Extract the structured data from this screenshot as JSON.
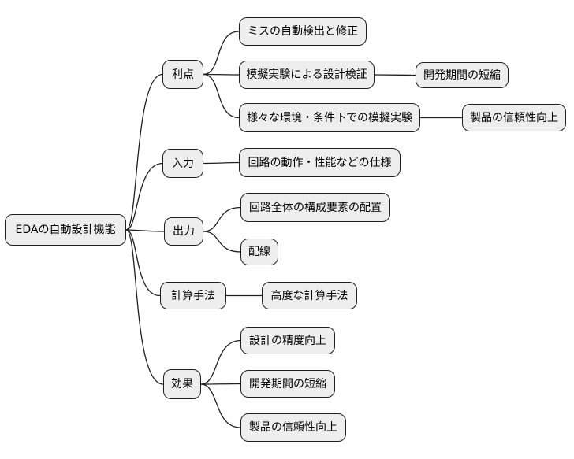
{
  "colors": {
    "background": "#ffffff",
    "node_fill": "#eeeeee",
    "node_border": "#1f1f1f",
    "edge": "#1f1f1f",
    "text": "#000000"
  },
  "mindmap": {
    "root": {
      "label": "EDAの自動設計機能"
    },
    "branches": [
      {
        "label": "利点",
        "children": [
          {
            "label": "ミスの自動検出と修正",
            "children": []
          },
          {
            "label": "模擬実験による設計検証",
            "children": [
              {
                "label": "開発期間の短縮",
                "children": []
              }
            ]
          },
          {
            "label": "様々な環境・条件下での模擬実験",
            "children": [
              {
                "label": "製品の信頼性向上",
                "children": []
              }
            ]
          }
        ]
      },
      {
        "label": "入力",
        "children": [
          {
            "label": "回路の動作・性能などの仕様",
            "children": []
          }
        ]
      },
      {
        "label": "出力",
        "children": [
          {
            "label": "回路全体の構成要素の配置",
            "children": []
          },
          {
            "label": "配線",
            "children": []
          }
        ]
      },
      {
        "label": "計算手法",
        "children": [
          {
            "label": "高度な計算手法",
            "children": []
          }
        ]
      },
      {
        "label": "効果",
        "children": [
          {
            "label": "設計の精度向上",
            "children": []
          },
          {
            "label": "開発期間の短縮",
            "children": []
          },
          {
            "label": "製品の信頼性向上",
            "children": []
          }
        ]
      }
    ]
  }
}
